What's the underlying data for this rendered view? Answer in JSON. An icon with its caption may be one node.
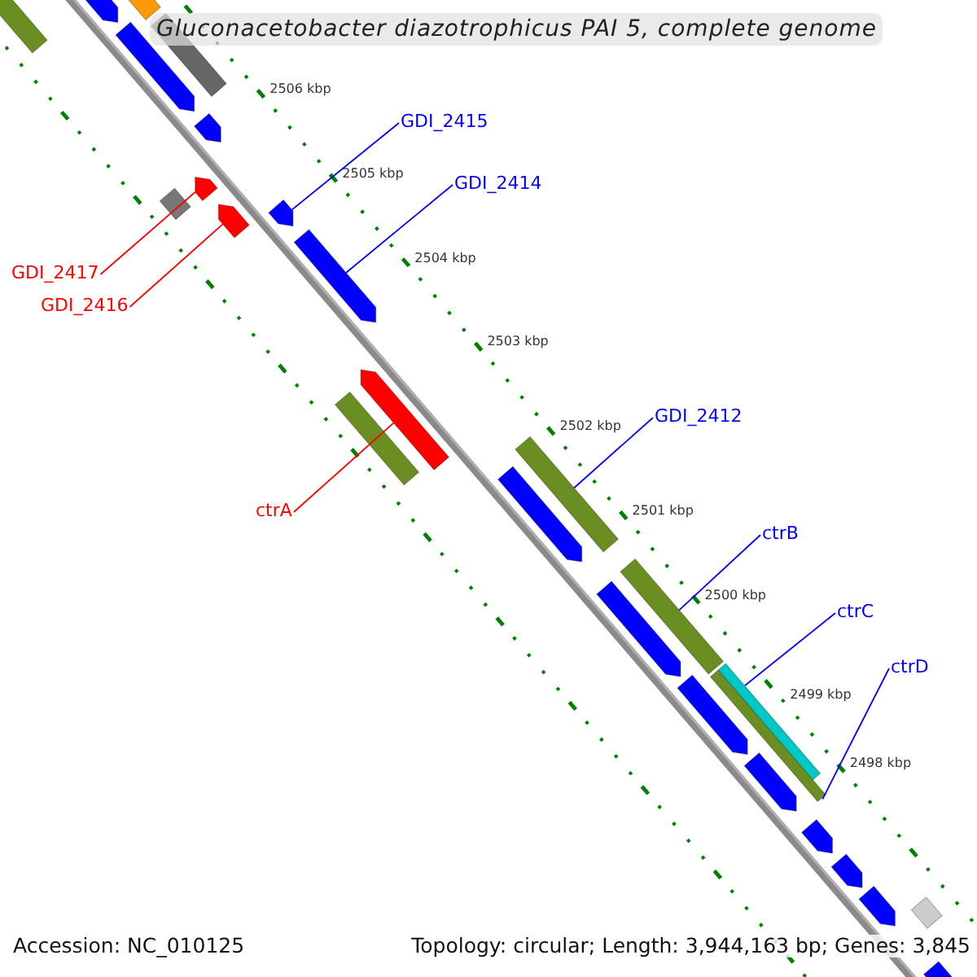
{
  "diagram": {
    "title": "Gluconacetobacter diazotrophicus PAI 5, complete genome",
    "nodes": [
      {
        "text": [
          "GDI_2415"
        ]
      },
      {
        "text": [
          "GDI_2414"
        ]
      },
      {
        "text": [
          "GDI_2417"
        ]
      },
      {
        "text": [
          "GDI_2416"
        ]
      },
      {
        "text": [
          "GDI_2412"
        ]
      },
      {
        "text": [
          "ctrA"
        ]
      },
      {
        "text": [
          "ctrB"
        ]
      },
      {
        "text": [
          "ctrC"
        ]
      },
      {
        "text": [
          "ctrD"
        ]
      },
      {
        "text": [],
        "shape": "bar"
      },
      {
        "text": [],
        "shape": "pentagon"
      },
      {
        "text": [],
        "shape": "bar"
      },
      {
        "text": [],
        "shape": "pentagon"
      },
      {
        "text": [],
        "shape": "bar"
      },
      {
        "text": [],
        "shape": "pentagon"
      },
      {
        "text": [],
        "shape": "bar"
      },
      {
        "text": [],
        "shape": "pentagon"
      },
      {
        "text": [],
        "shape": "pentagon"
      },
      {
        "text": [],
        "shape": "pentagon"
      },
      {
        "text": [],
        "shape": "pentagon"
      },
      {
        "text": [],
        "shape": "pentagon"
      },
      {
        "text": [],
        "shape": "bar"
      },
      {
        "text": [],
        "shape": "bar"
      },
      {
        "text": [],
        "shape": "pentagon"
      },
      {
        "text": [],
        "shape": "bar"
      },
      {
        "text": [],
        "shape": "pentagon"
      },
      {
        "text": [],
        "shape": "pentagon"
      },
      {
        "text": [],
        "shape": "bar"
      },
      {
        "text": [],
        "shape": "bar"
      },
      {
        "text": [],
        "shape": "pentagon"
      },
      {
        "text": [],
        "shape": "pentagon"
      },
      {
        "text": [],
        "shape": "pentagon"
      },
      {
        "text": [],
        "shape": "pentagon"
      },
      {
        "text": [],
        "shape": "bar"
      },
      {
        "text": [],
        "shape": "pentagon"
      }
    ],
    "edges": [
      {
        "from": 0,
        "to": 18,
        "arrow": "none"
      },
      {
        "from": 1,
        "to": 19,
        "arrow": "none"
      },
      {
        "from": 2,
        "to": 16,
        "arrow": "none",
        "color": "#ff0000"
      },
      {
        "from": 3,
        "to": 17,
        "arrow": "none",
        "color": "#ff0000"
      },
      {
        "from": 4,
        "to": 22,
        "arrow": "none"
      },
      {
        "from": 5,
        "to": 20,
        "arrow": "none",
        "color": "#ff0000"
      },
      {
        "from": 6,
        "to": 24,
        "arrow": "none"
      },
      {
        "from": 7,
        "to": 27,
        "arrow": "none"
      },
      {
        "from": 8,
        "to": 28,
        "arrow": "none"
      }
    ],
    "labels": [
      "2506 kbp",
      "2505 kbp",
      "2504 kbp",
      "2503 kbp",
      "2502 kbp",
      "2501 kbp",
      "2500 kbp",
      "2499 kbp",
      "2498 kbp",
      "Accession: NC_010125",
      "Topology: circular; Length: 3,944,163 bp; Genes: 3,845"
    ]
  }
}
